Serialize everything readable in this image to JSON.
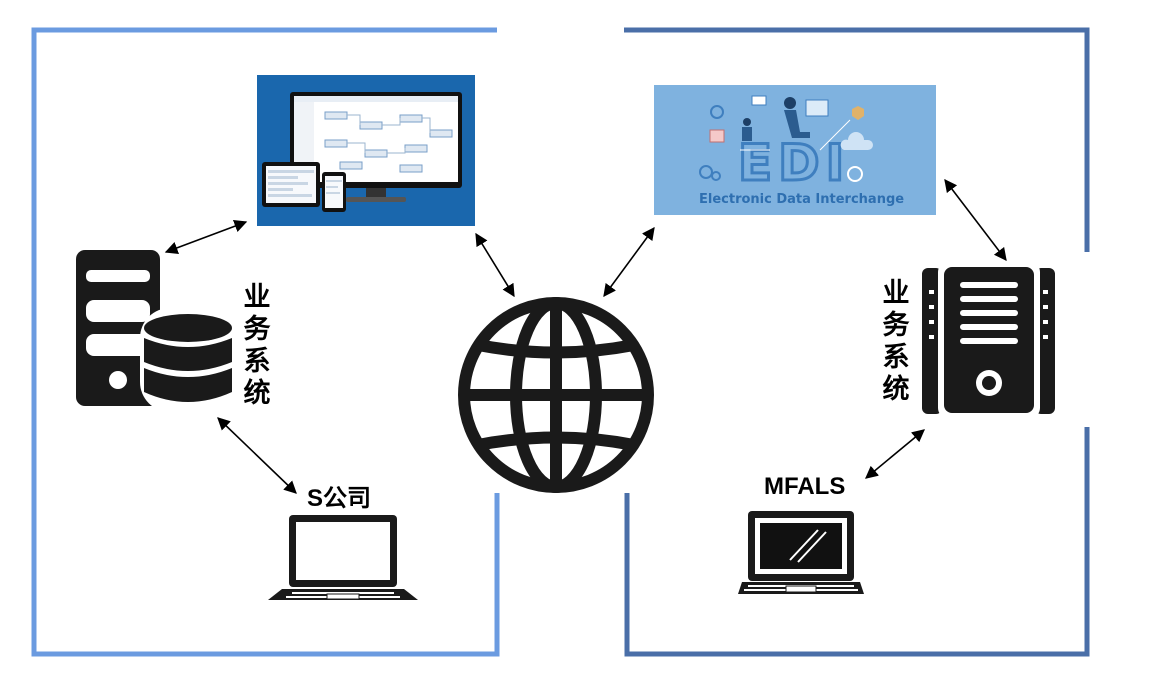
{
  "left_group": {
    "system_label": "业务系统",
    "company_label": "S公司",
    "border_color": "#6b9be0"
  },
  "right_group": {
    "system_label": "业务系统",
    "client_label": "MFALS",
    "border_color": "#4a6fa8"
  },
  "edi_banner": {
    "logo_text": "EDI",
    "caption": "Electronic Data Interchange",
    "background": "#7fb2df"
  },
  "dashboard_banner": {
    "background": "#1a67ad"
  },
  "center": {
    "icon": "globe-icon"
  }
}
